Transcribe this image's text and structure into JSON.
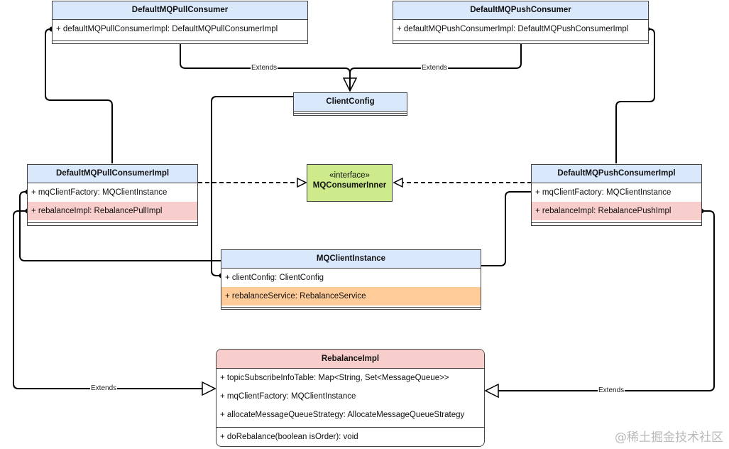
{
  "classes": {
    "pull_consumer": {
      "name": "DefaultMQPullConsumer",
      "attrs": [
        "+ defaultMQPullConsumerImpl: DefaultMQPullConsumerImpl"
      ]
    },
    "push_consumer": {
      "name": "DefaultMQPushConsumer",
      "attrs": [
        "+ defaultMQPushConsumerImpl: DefaultMQPushConsumerImpl"
      ]
    },
    "client_config": {
      "name": "ClientConfig"
    },
    "pull_impl": {
      "name": "DefaultMQPullConsumerImpl",
      "attrs": [
        "+ mqClientFactory: MQClientInstance",
        "+ rebalanceImpl: RebalancePullImpl"
      ]
    },
    "push_impl": {
      "name": "DefaultMQPushConsumerImpl",
      "attrs": [
        "+ mqClientFactory: MQClientInstance",
        "+ rebalanceImpl: RebalancePushImpl"
      ]
    },
    "consumer_inner": {
      "stereotype": "«interface»",
      "name": "MQConsumerInner"
    },
    "client_instance": {
      "name": "MQClientInstance",
      "attrs": [
        "+ clientConfig: ClientConfig",
        "+ rebalanceService: RebalanceService"
      ]
    },
    "rebalance_impl": {
      "name": "RebalanceImpl",
      "attrs": [
        "+ topicSubscribeInfoTable: Map<String, Set<MessageQueue>>",
        "+ mqClientFactory: MQClientInstance",
        "+ allocateMessageQueueStrategy: AllocateMessageQueueStrategy"
      ],
      "methods": [
        "+ doRebalance(boolean isOrder): void"
      ]
    }
  },
  "edge_labels": {
    "extends": "Extends"
  },
  "colors": {
    "header_blue": "#dae8fc",
    "interface_green": "#cdeb8b",
    "highlight_pink": "#f8cecc",
    "highlight_orange": "#ffcc99",
    "rebalance_header": "#f8cecc",
    "line": "#000000"
  },
  "watermark": "@稀土掘金技术社区"
}
